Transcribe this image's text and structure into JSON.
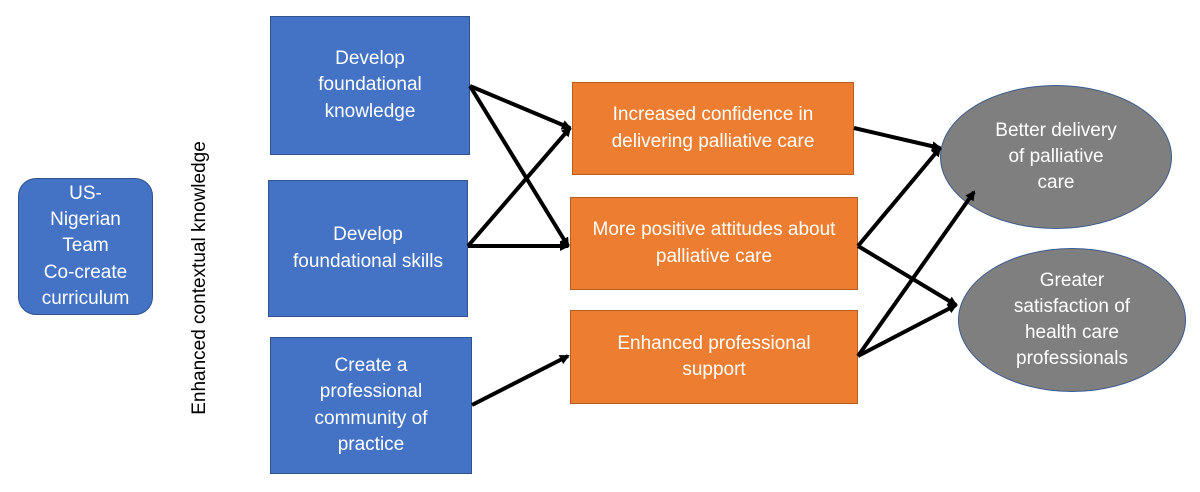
{
  "colors": {
    "input_fill": "#4472c4",
    "outcome_fill": "#ed7d31",
    "impact_fill": "#7f7f7f",
    "arrow": "#000000"
  },
  "team": {
    "label": "US-\nNigerian\nTeam\nCo-create\ncurriculum"
  },
  "side_label": "Enhanced contextual knowledge",
  "inputs": [
    {
      "label": "Develop\nfoundational\nknowledge"
    },
    {
      "label": "Develop\nfoundational skills"
    },
    {
      "label": "Create a\nprofessional\ncommunity of\npractice"
    }
  ],
  "outcomes": [
    {
      "label": "Increased confidence in\ndelivering palliative care"
    },
    {
      "label": "More positive attitudes about\npalliative care"
    },
    {
      "label": "Enhanced professional\nsupport"
    }
  ],
  "impacts": [
    {
      "label": "Better delivery\nof palliative\ncare"
    },
    {
      "label": "Greater\nsatisfaction of\nhealth care\nprofessionals"
    }
  ]
}
